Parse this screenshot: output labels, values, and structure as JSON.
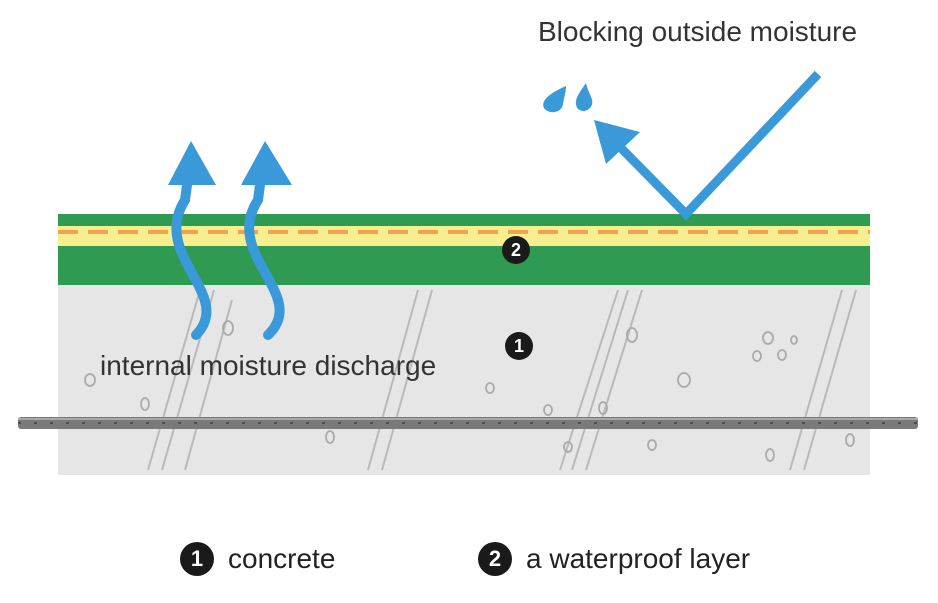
{
  "labels": {
    "outside": "Blocking outside moisture",
    "internal": "internal moisture discharge"
  },
  "markers": {
    "concrete_num": "1",
    "layer_num": "2"
  },
  "legend": [
    {
      "num": "1",
      "text": "concrete"
    },
    {
      "num": "2",
      "text": "a waterproof layer"
    }
  ],
  "colors": {
    "concrete": "#e6e6e6",
    "green": "#2e9a52",
    "yellow": "#f7ef8f",
    "orange": "#f3a24f",
    "arrow": "#3a9ad9",
    "rebar": "#7a7a7a",
    "crack": "#b5b5b5"
  }
}
